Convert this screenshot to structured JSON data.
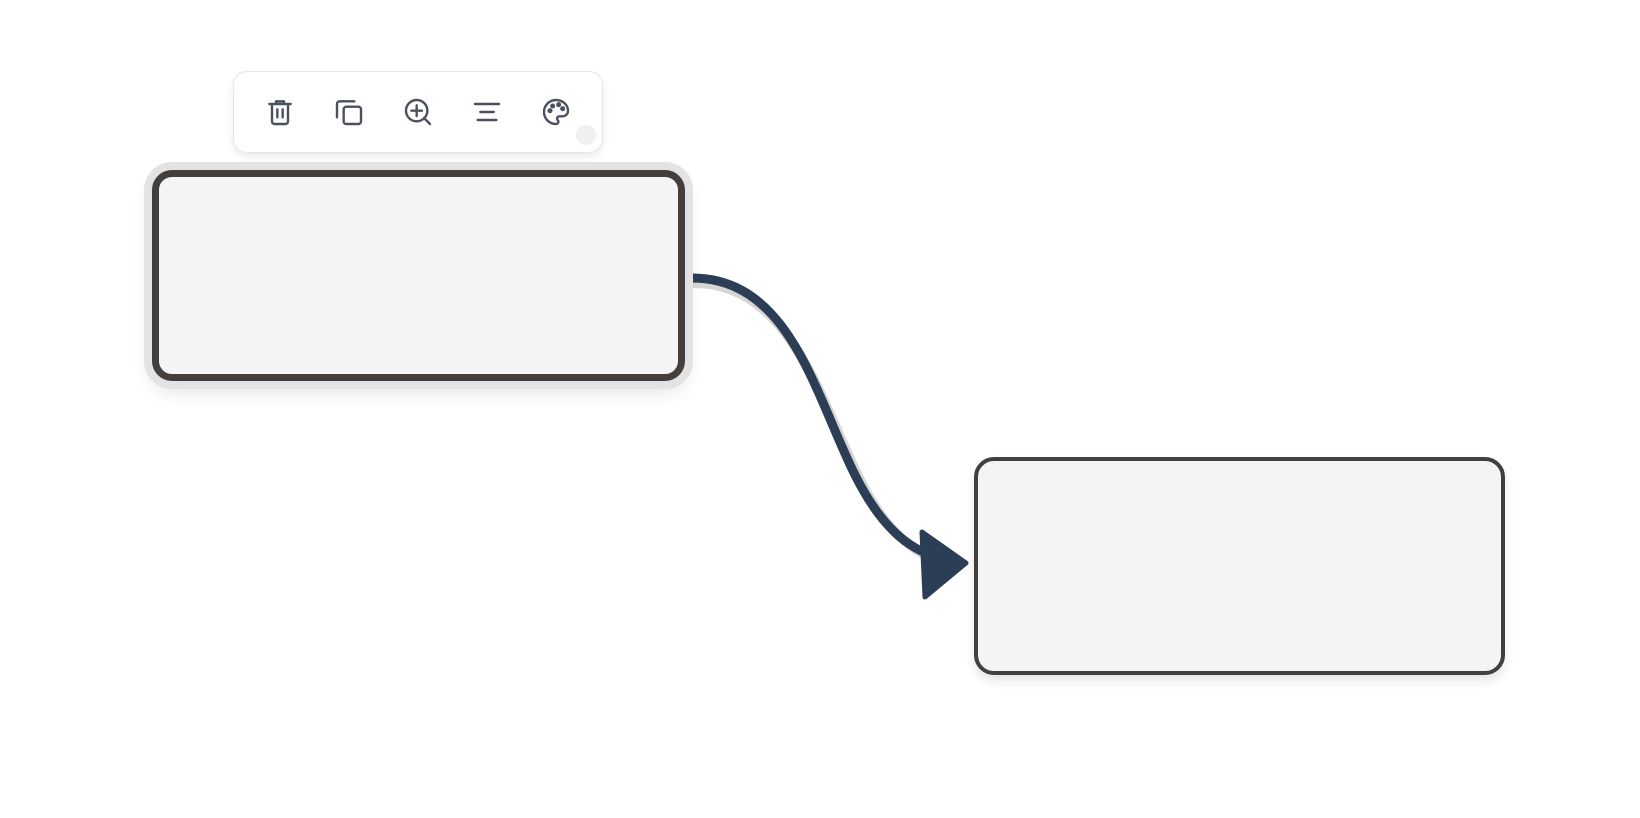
{
  "toolbar": {
    "buttons": [
      {
        "icon": "trash-icon",
        "action": "delete"
      },
      {
        "icon": "copy-icon",
        "action": "duplicate"
      },
      {
        "icon": "zoom-in-icon",
        "action": "zoom"
      },
      {
        "icon": "align-center-icon",
        "action": "align"
      },
      {
        "icon": "palette-icon",
        "action": "color"
      }
    ]
  },
  "nodes": [
    {
      "id": "node-1",
      "label": "",
      "selected": true
    },
    {
      "id": "node-2",
      "label": "",
      "selected": false
    }
  ],
  "edges": [
    {
      "from": "node-1",
      "to": "node-2",
      "arrow": "end"
    }
  ],
  "colors": {
    "edge": "#2c3e55",
    "node_border": "#433f3c",
    "node_fill": "#f4f4f4",
    "icon": "#4b5160"
  }
}
